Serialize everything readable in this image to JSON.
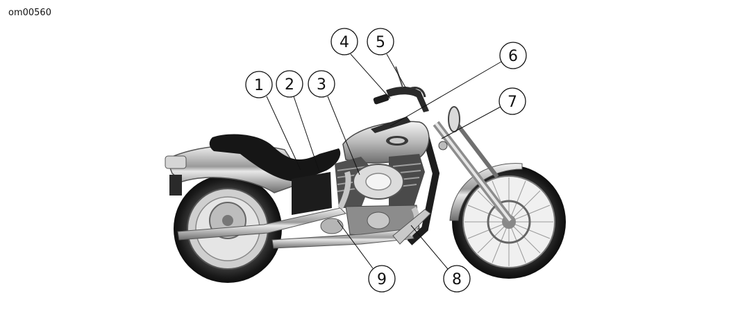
{
  "figure_id": "om00560",
  "subject": "motorcycle-left-side-view",
  "callouts": [
    {
      "label": "1"
    },
    {
      "label": "2"
    },
    {
      "label": "3"
    },
    {
      "label": "4"
    },
    {
      "label": "5"
    },
    {
      "label": "6"
    },
    {
      "label": "7"
    },
    {
      "label": "8"
    },
    {
      "label": "9"
    }
  ]
}
